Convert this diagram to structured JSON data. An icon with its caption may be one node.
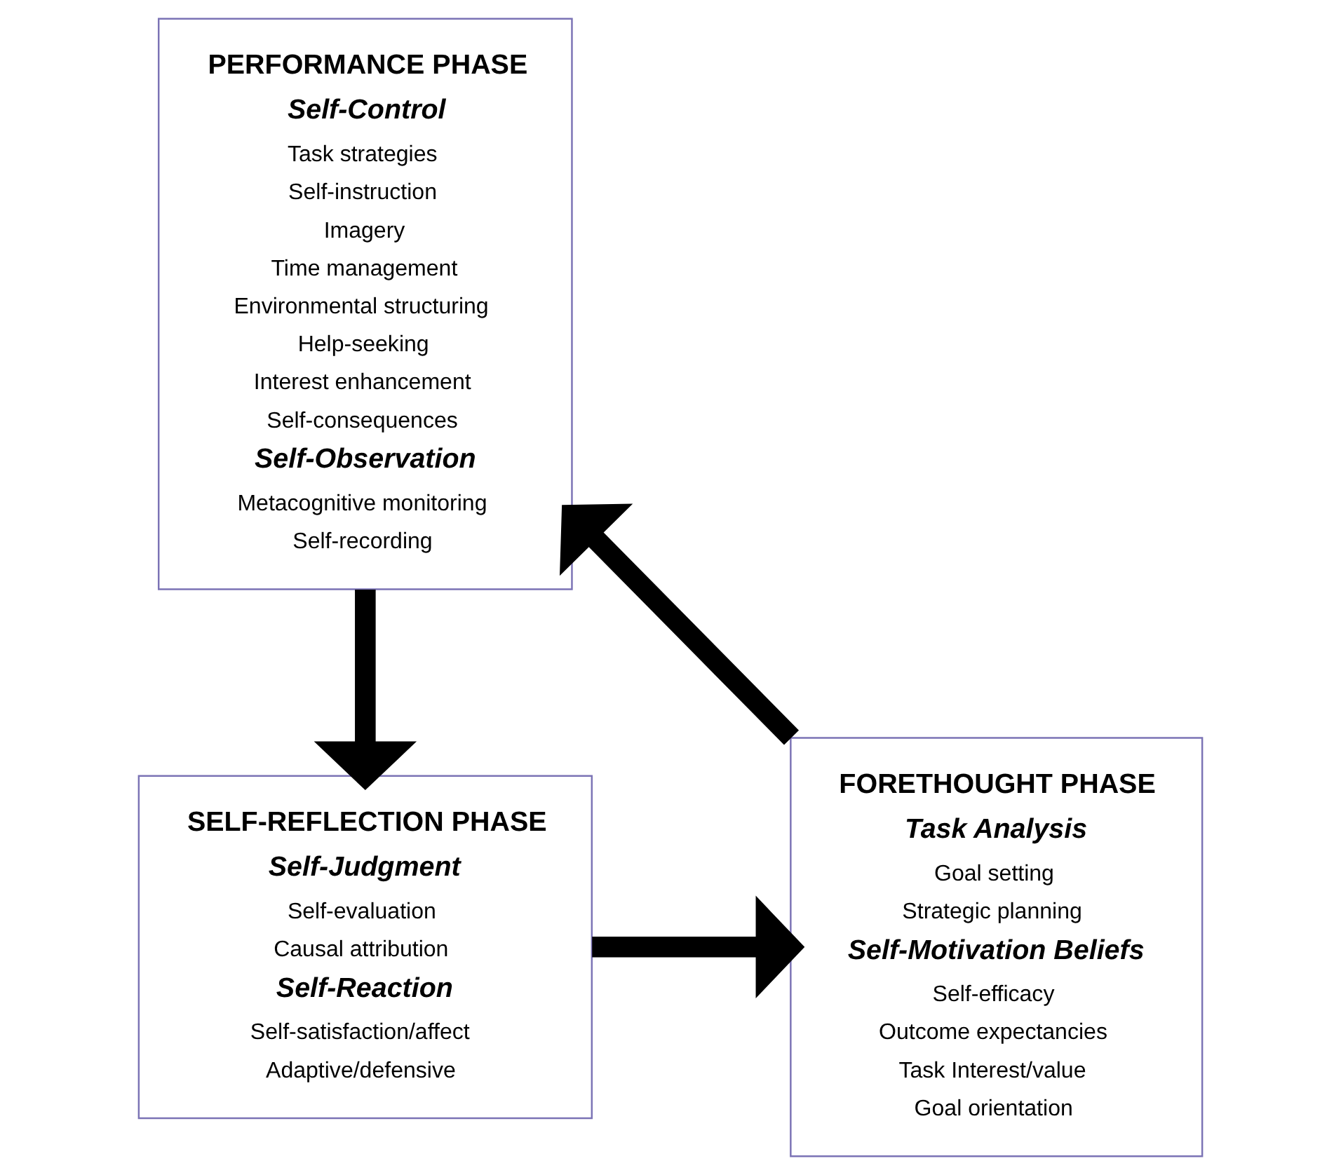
{
  "diagram": {
    "nodes": [
      {
        "text": [
          "PERFORMANCE PHASE",
          "Self-Control",
          "Task strategies",
          "Self-instruction",
          "Imagery",
          "Time management",
          "Environmental structuring",
          "Help-seeking",
          "Interest enhancement",
          "Self-consequences",
          "Self-Observation",
          "Metacognitive monitoring",
          "Self-recording"
        ]
      },
      {
        "text": [
          "FORETHOUGHT PHASE",
          "Task Analysis",
          "Goal setting",
          "Strategic planning",
          "Self-Motivation Beliefs",
          "Self-efficacy",
          "Outcome expectancies",
          "Task Interest/value",
          "Goal orientation"
        ]
      },
      {
        "text": [
          "SELF-REFLECTION PHASE",
          "Self-Judgment",
          "Self-evaluation",
          "Causal attribution",
          "Self-Reaction",
          "Self-satisfaction/affect",
          "Adaptive/defensive"
        ]
      }
    ],
    "edges": [
      {
        "from": 1,
        "to": 0,
        "arrow": "to"
      },
      {
        "from": 0,
        "to": 2,
        "arrow": "to"
      },
      {
        "from": 2,
        "to": 1,
        "arrow": "to"
      }
    ]
  }
}
